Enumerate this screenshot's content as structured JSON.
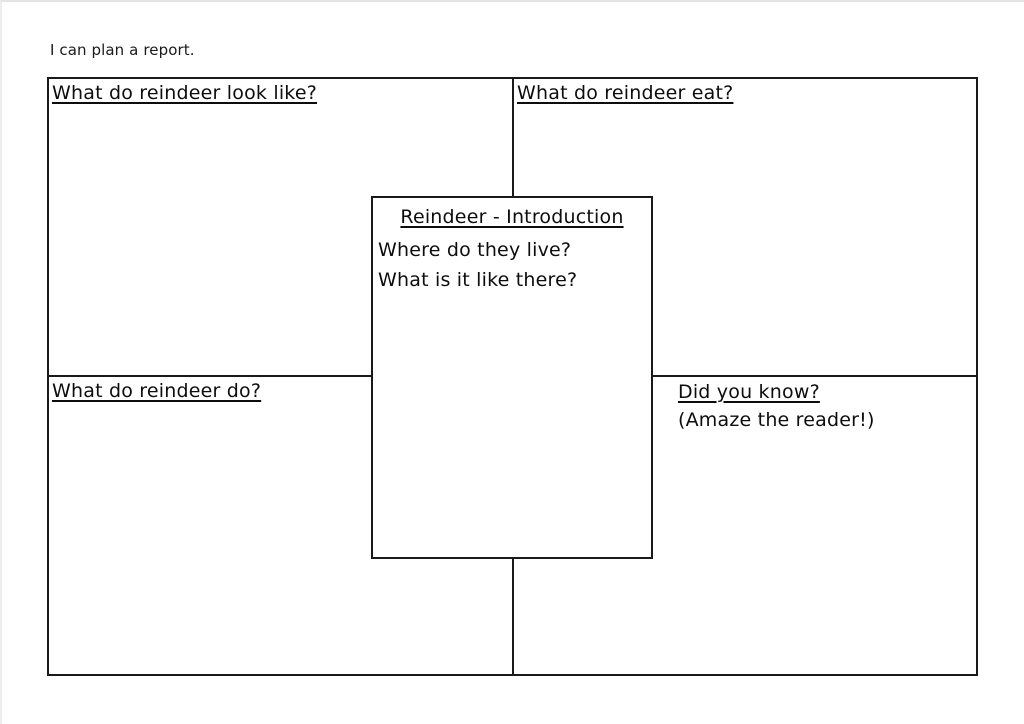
{
  "worksheet": {
    "lesson_objective": "I can plan a report.",
    "topic": "Reindeer"
  },
  "quadrants": {
    "top_left": {
      "heading": "What do reindeer look like?"
    },
    "top_right": {
      "heading": "What do reindeer eat?"
    },
    "bottom_left": {
      "heading": "What do reindeer do?"
    },
    "bottom_right": {
      "heading": "Did you know?",
      "note": "(Amaze the reader!)"
    }
  },
  "intro_box": {
    "title": "Reindeer - Introduction",
    "prompts": [
      "Where do they live?",
      "What is it like there?"
    ]
  },
  "colors": {
    "ink": "#0d0d0d",
    "border": "#1a1a1a",
    "page": "#ffffff"
  }
}
